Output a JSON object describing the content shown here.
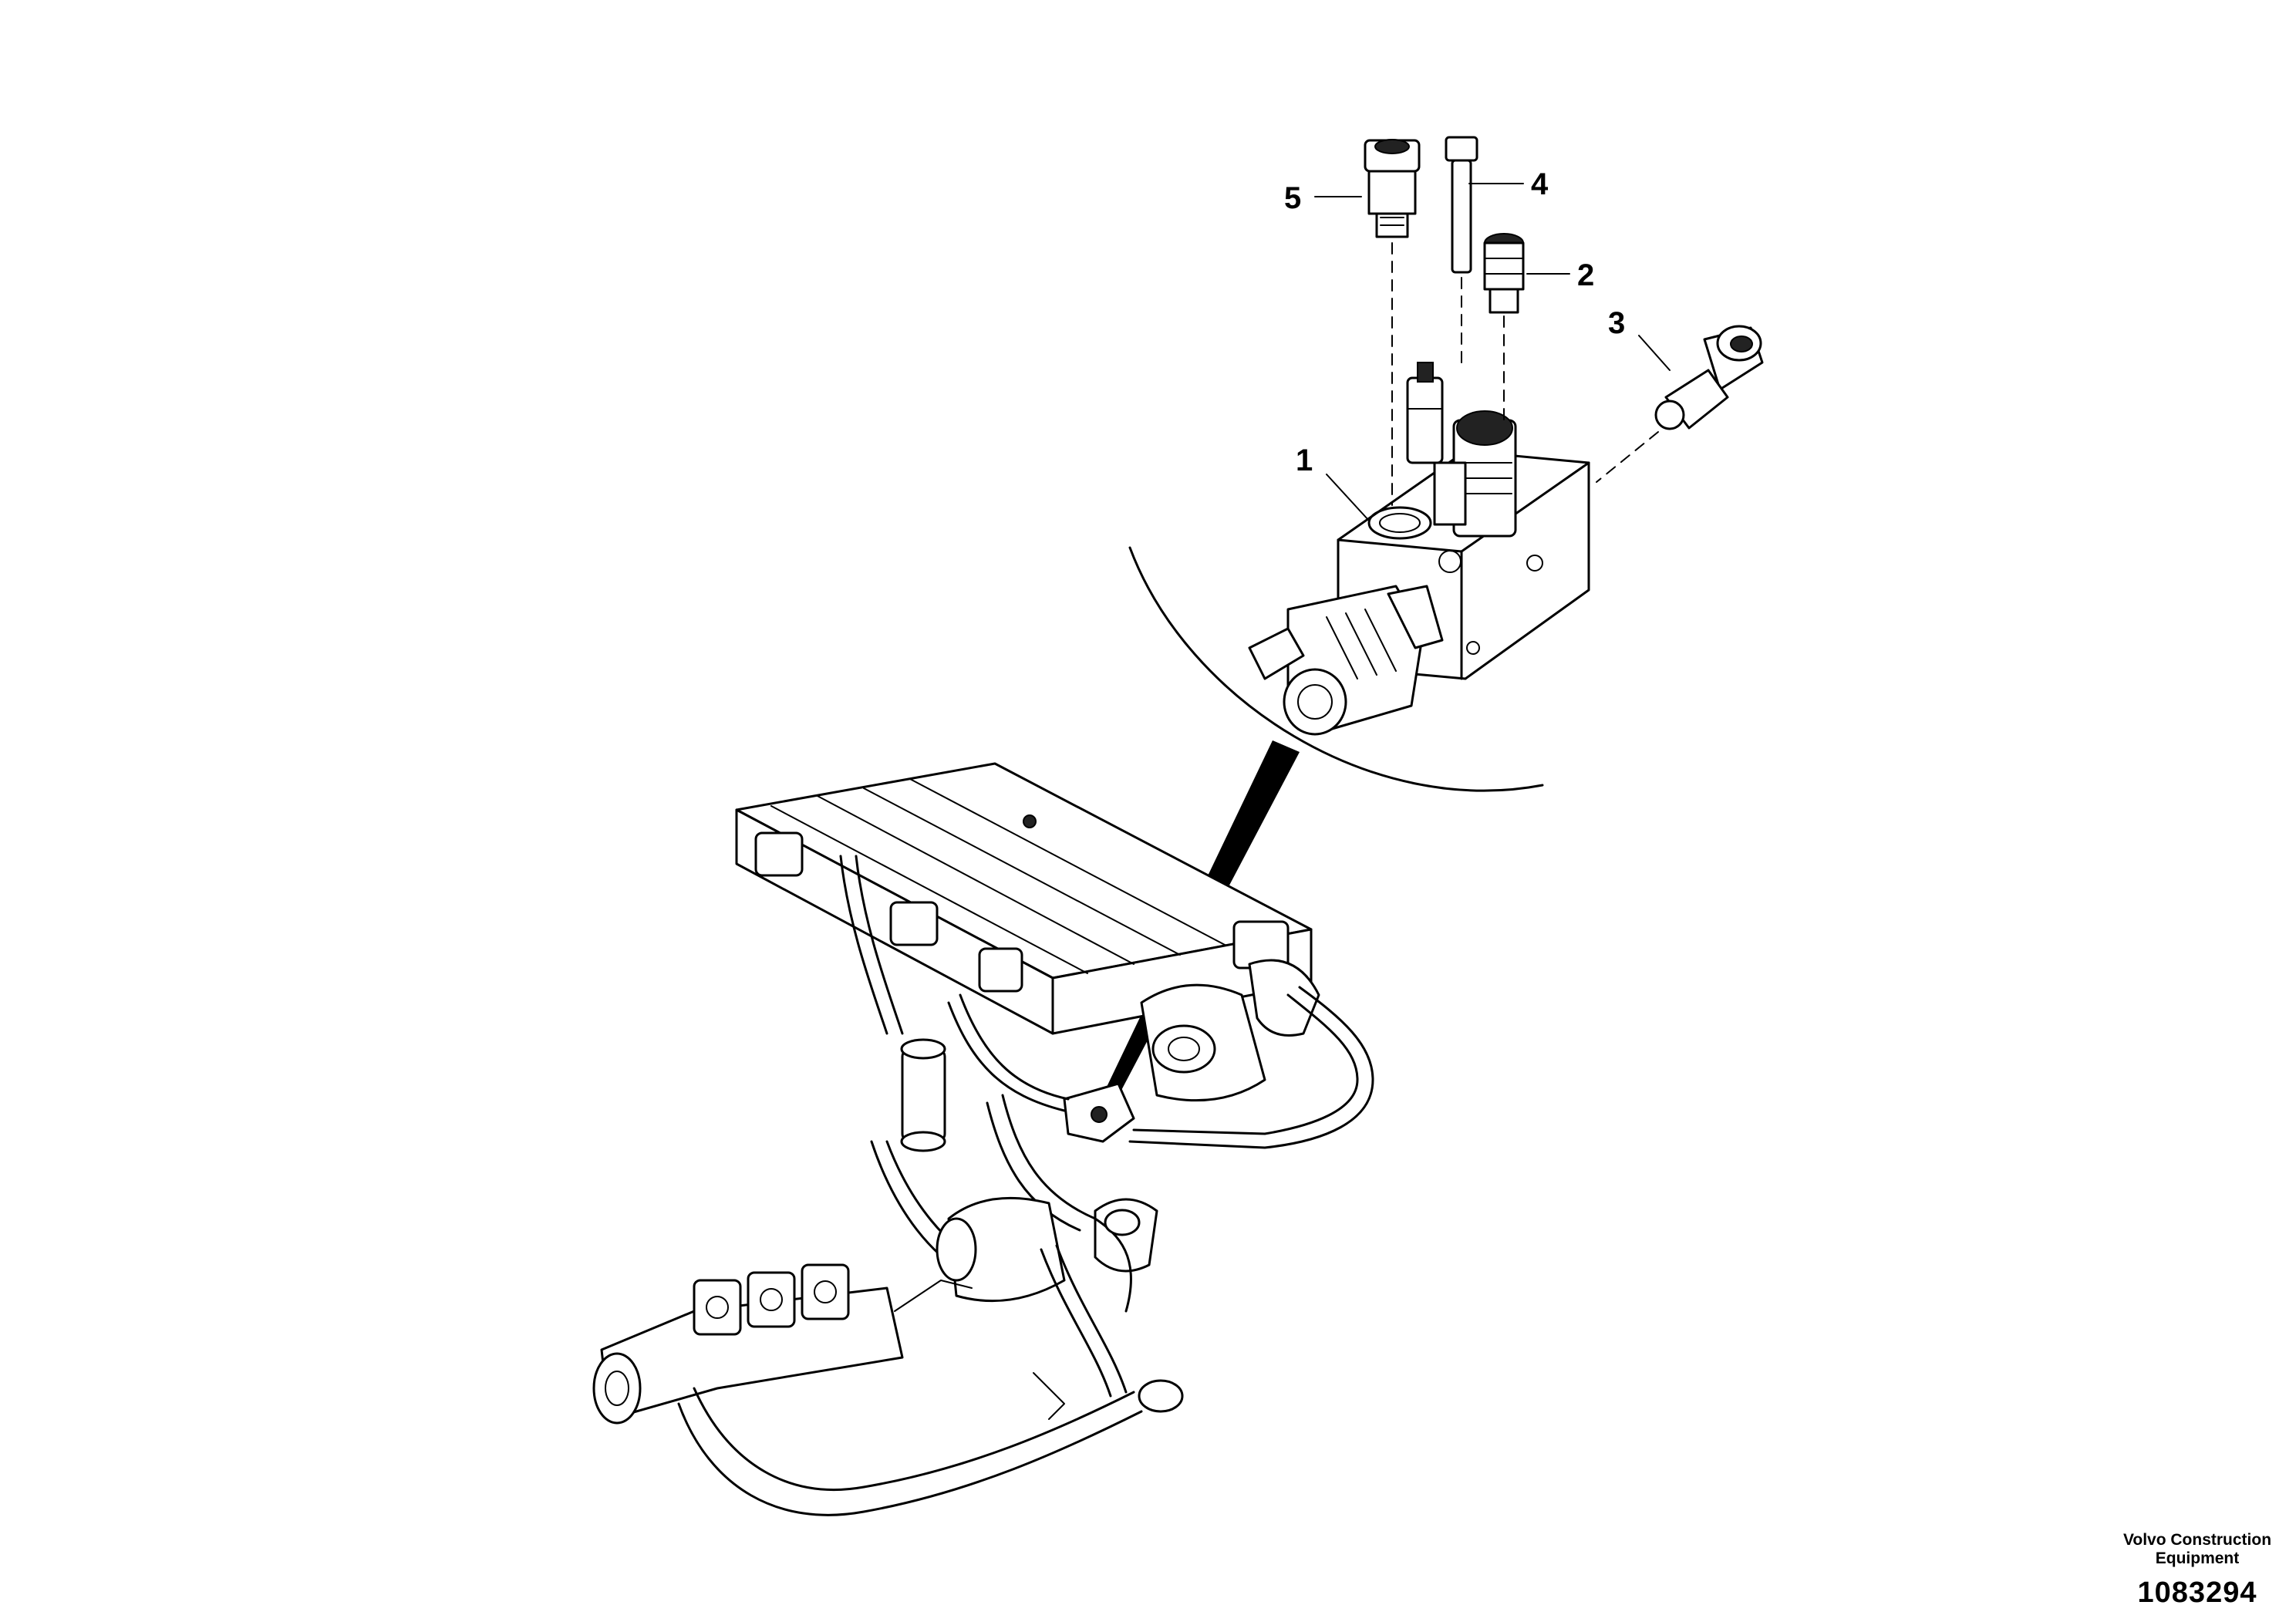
{
  "callouts": [
    {
      "id": "1",
      "label": "1"
    },
    {
      "id": "2",
      "label": "2"
    },
    {
      "id": "3",
      "label": "3"
    },
    {
      "id": "4",
      "label": "4"
    },
    {
      "id": "5",
      "label": "5"
    }
  ],
  "footer": {
    "credit_line1": "Volvo Construction",
    "credit_line2": "Equipment",
    "doc_number": "1083294"
  }
}
